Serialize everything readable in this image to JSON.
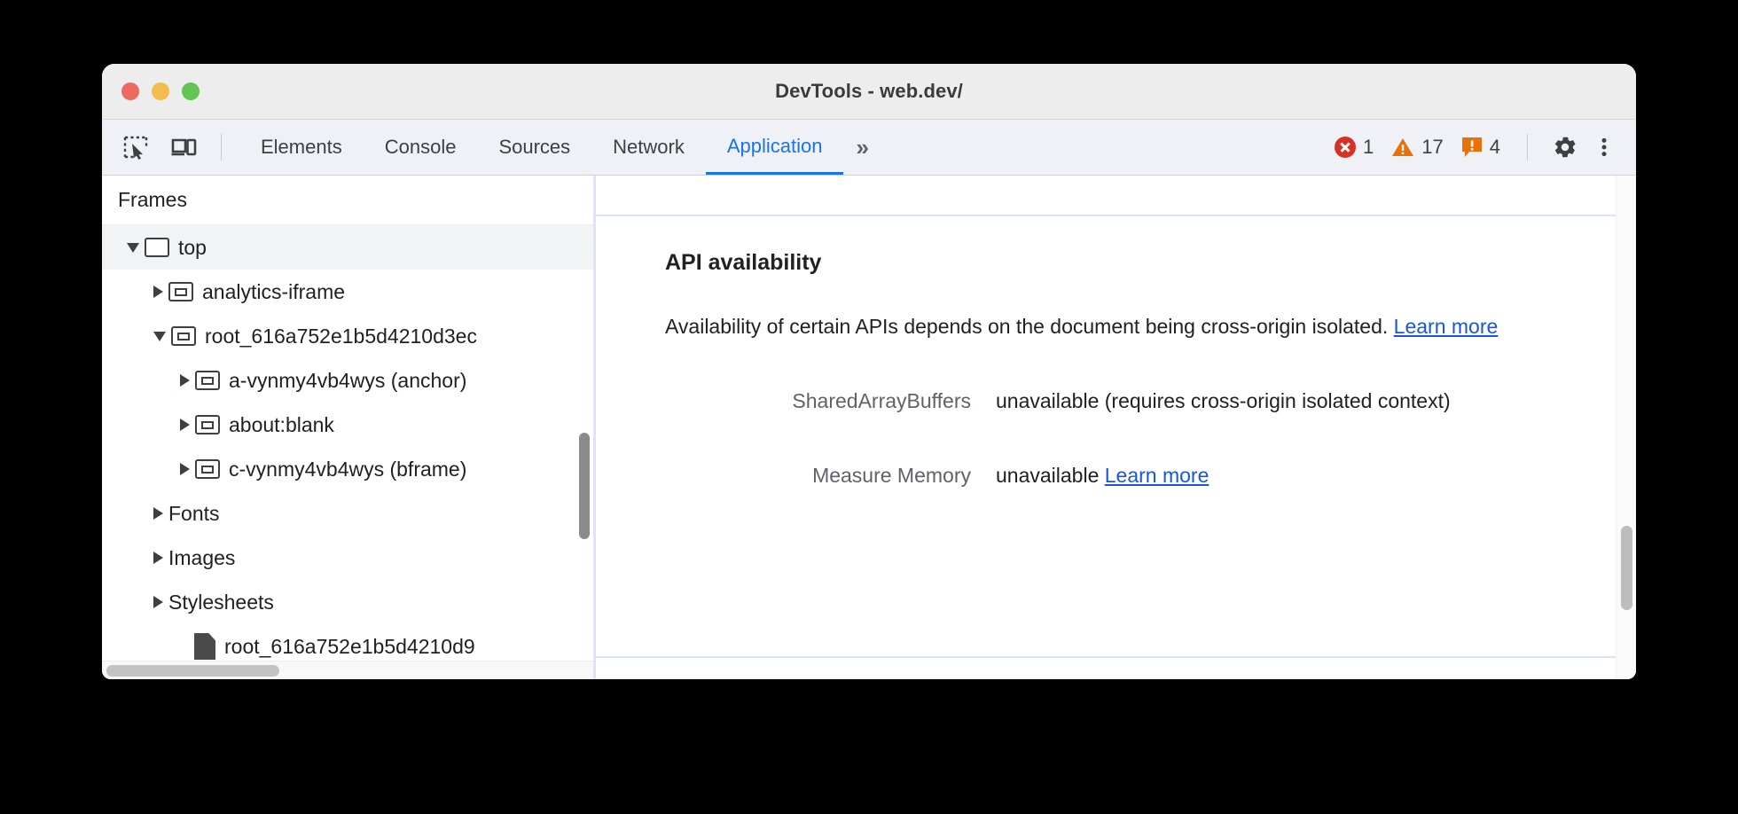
{
  "window": {
    "title": "DevTools - web.dev/",
    "traffic_lights": [
      "close-red",
      "minimize-yellow",
      "maximize-green"
    ]
  },
  "toolbar": {
    "inspect_icon": "inspect-element-icon",
    "device_icon": "device-toolbar-icon",
    "tabs": [
      {
        "label": "Elements",
        "active": false
      },
      {
        "label": "Console",
        "active": false
      },
      {
        "label": "Sources",
        "active": false
      },
      {
        "label": "Network",
        "active": false
      },
      {
        "label": "Application",
        "active": true
      }
    ],
    "overflow_label": "»",
    "badges": [
      {
        "icon": "error-icon",
        "count": "1",
        "color": "#d93025"
      },
      {
        "icon": "warning-icon",
        "count": "17",
        "color": "#e8710a"
      },
      {
        "icon": "issues-icon",
        "count": "4",
        "color": "#e8710a"
      }
    ],
    "settings_icon": "gear-icon",
    "more_icon": "more-vertical-icon"
  },
  "sidebar": {
    "header": "Frames",
    "tree": [
      {
        "label": "top",
        "indent": 0,
        "twisty": "open",
        "icon": "frame-top-icon",
        "selected": true
      },
      {
        "label": "analytics-iframe",
        "indent": 1,
        "twisty": "closed",
        "icon": "frame-icon",
        "selected": false
      },
      {
        "label": "root_616a752e1b5d4210d3ec",
        "indent": 1,
        "twisty": "open",
        "icon": "frame-icon",
        "selected": false
      },
      {
        "label": "a-vynmy4vb4wys (anchor)",
        "indent": 2,
        "twisty": "closed",
        "icon": "frame-icon",
        "selected": false
      },
      {
        "label": "about:blank",
        "indent": 2,
        "twisty": "closed",
        "icon": "frame-icon",
        "selected": false
      },
      {
        "label": "c-vynmy4vb4wys (bframe)",
        "indent": 2,
        "twisty": "closed",
        "icon": "frame-icon",
        "selected": false
      },
      {
        "label": "Fonts",
        "indent": 1,
        "twisty": "closed",
        "icon": "none",
        "selected": false
      },
      {
        "label": "Images",
        "indent": 1,
        "twisty": "closed",
        "icon": "none",
        "selected": false
      },
      {
        "label": "Stylesheets",
        "indent": 1,
        "twisty": "closed",
        "icon": "none",
        "selected": false
      },
      {
        "label": "root_616a752e1b5d4210d9",
        "indent": 2,
        "twisty": "none",
        "icon": "document-icon",
        "selected": false
      }
    ]
  },
  "main": {
    "section_title": "API availability",
    "description_pre": "Availability of certain APIs depends on the document being cross-origin isolated. ",
    "description_link": "Learn more",
    "rows": [
      {
        "key": "SharedArrayBuffers",
        "value": "unavailable   (requires cross-origin isolated context)",
        "link": ""
      },
      {
        "key": "Measure Memory",
        "value": "unavailable ",
        "link": "Learn more"
      }
    ]
  }
}
